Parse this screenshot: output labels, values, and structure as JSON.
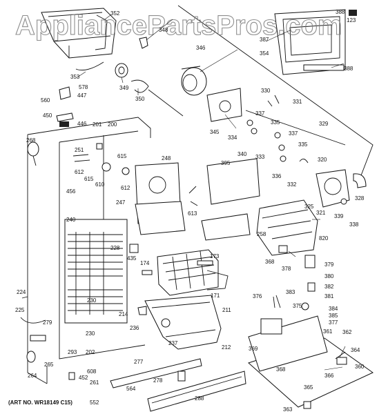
{
  "watermark": "AppliancePartsPros.com",
  "art_number": "(ART NO. WR18149 C15)",
  "callouts": [
    "352",
    "348",
    "346",
    "353",
    "349",
    "350",
    "578",
    "447",
    "560",
    "450",
    "446",
    "201",
    "200",
    "268",
    "251",
    "615",
    "612",
    "610",
    "248",
    "456",
    "615",
    "612",
    "247",
    "613",
    "240",
    "228",
    "435",
    "174",
    "173",
    "171",
    "224",
    "225",
    "279",
    "230",
    "214",
    "236",
    "211",
    "237",
    "212",
    "230",
    "202",
    "265",
    "264",
    "293",
    "608",
    "452",
    "261",
    "552",
    "277",
    "564",
    "278",
    "288",
    "388",
    "123",
    "387",
    "354",
    "388",
    "330",
    "331",
    "337",
    "345",
    "334",
    "335",
    "329",
    "340",
    "333",
    "337",
    "335",
    "395",
    "336",
    "332",
    "320",
    "325",
    "321",
    "339",
    "328",
    "338",
    "258",
    "820",
    "368",
    "378",
    "379",
    "380",
    "382",
    "376",
    "383",
    "381",
    "375",
    "384",
    "385",
    "377",
    "369",
    "361",
    "362",
    "364",
    "360",
    "368",
    "366",
    "365",
    "363"
  ]
}
